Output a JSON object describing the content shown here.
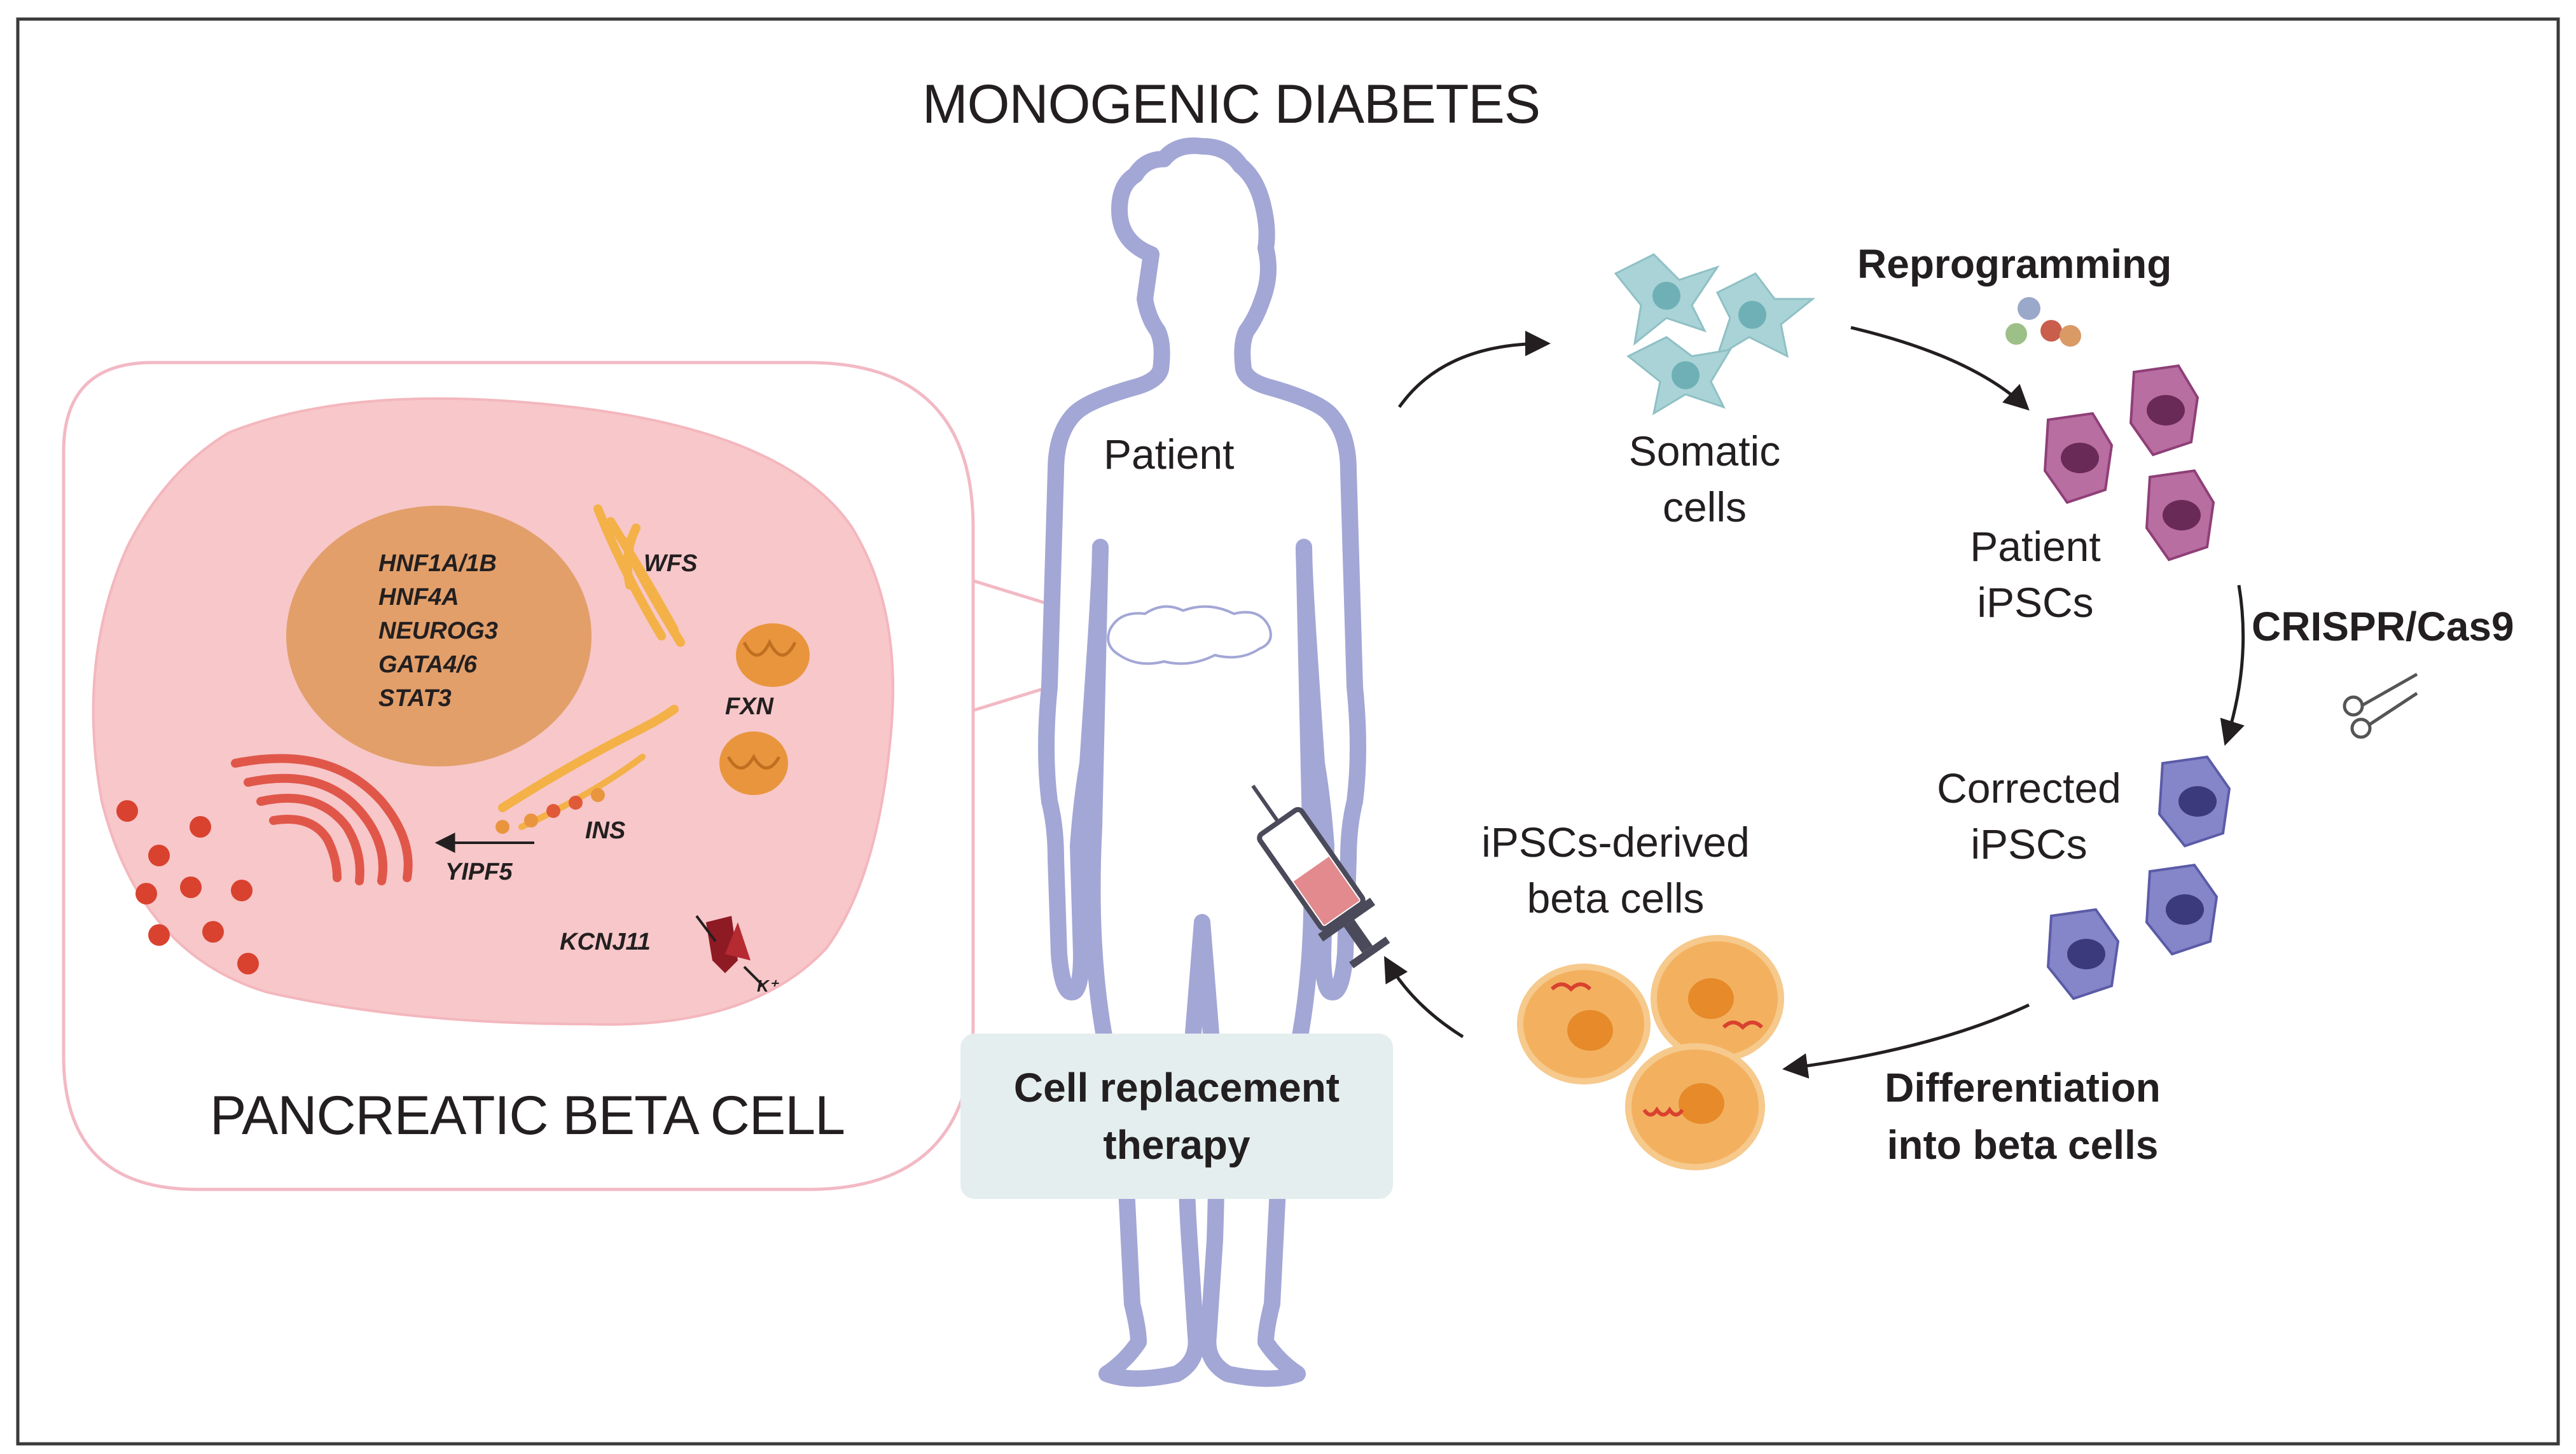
{
  "title": "MONOGENIC DIABETES",
  "inset": {
    "title": "PANCREATIC BETA CELL",
    "nucleus_genes": [
      "HNF1A/1B",
      "HNF4A",
      "NEUROG3",
      "GATA4/6",
      "STAT3"
    ],
    "organelle_genes": {
      "wfs": "WFS",
      "fxn": "FXN",
      "ins": "INS",
      "yipf5": "YIPF5",
      "kcnj11": "KCNJ11",
      "k_ion": "K⁺"
    }
  },
  "patient_label": "Patient",
  "therapy": {
    "line1": "Cell replacement",
    "line2": "therapy"
  },
  "cycle": {
    "somatic": {
      "line1": "Somatic",
      "line2": "cells"
    },
    "reprogramming": "Reprogramming",
    "patient_ipscs": {
      "line1": "Patient",
      "line2": "iPSCs"
    },
    "crispr": "CRISPR/Cas9",
    "corrected": {
      "line1": "Corrected",
      "line2": "iPSCs"
    },
    "differentiation": {
      "line1": "Differentiation",
      "line2": "into beta cells"
    },
    "derived": {
      "line1": "iPSCs-derived",
      "line2": "beta cells"
    }
  },
  "colors": {
    "frame": "#3a3a3a",
    "body_outline": "#a3a7d6",
    "inset_border": "#f2b9c4",
    "cell_fill": "#f7c7c9",
    "nucleus": "#e39f6a",
    "somatic_cell": "#a9d3d6",
    "patient_ipsc": "#a0528a",
    "corrected_ipsc": "#6f6fba",
    "beta_cell": "#f3b160",
    "therapy_box": "#e4eeee",
    "red_dots": "#d9422f"
  }
}
